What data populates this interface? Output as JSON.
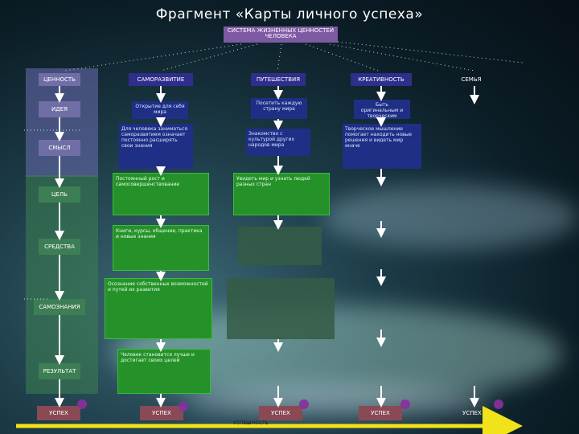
{
  "title": "Фрагмент «Карты личного успеха»",
  "top_node": "СИСТЕМА ЖИЗНЕННЫХ ЦЕННОСТЕЙ ЧЕЛОВЕКА",
  "rows": {
    "value": "ЦЕННОСТЬ",
    "idea": "ИДЕЯ",
    "meaning": "СМЫСЛ",
    "goal": "ЦЕЛЬ",
    "means": "СРЕДСТВА",
    "self_awareness": "САМОЗНАНИЯ",
    "result": "РЕЗУЛЬТАТ"
  },
  "columns": [
    {
      "header": "САМОРАЗВИТИЕ",
      "idea": "Открытие для себя мира",
      "meaning": "Для человека заниматься саморазвитием означает постоянно расширять свои знания",
      "goal": "Постоянный рост и самосовершенствование",
      "means": "Книги, курсы, общение, практика и новые знания",
      "self": "Осознание собственных возможностей и путей их развития",
      "result": "Человек становится лучше и достигает своих целей"
    },
    {
      "header": "ПУТЕШЕСТВИЯ",
      "idea": "Посетить каждую страну мира",
      "meaning": "Знакомство с культурой других народов мира",
      "goal": "Увидеть мир и узнать людей разных стран"
    },
    {
      "header": "КРЕАТИВНОСТЬ",
      "idea": "Быть оригинальным и творческим",
      "meaning": "Творческое мышление помогает находить новые решения и видеть мир иначе"
    },
    {
      "header": "СЕМЬЯ"
    }
  ],
  "success_label": "УСПЕХ",
  "axis_label": "УСПЕШНОСТЬ",
  "colors": {
    "purple": "#7e5aa3",
    "navy": "#1f2f86",
    "green": "#259229",
    "success": "#8a4a55",
    "axis": "#f2e21a"
  }
}
